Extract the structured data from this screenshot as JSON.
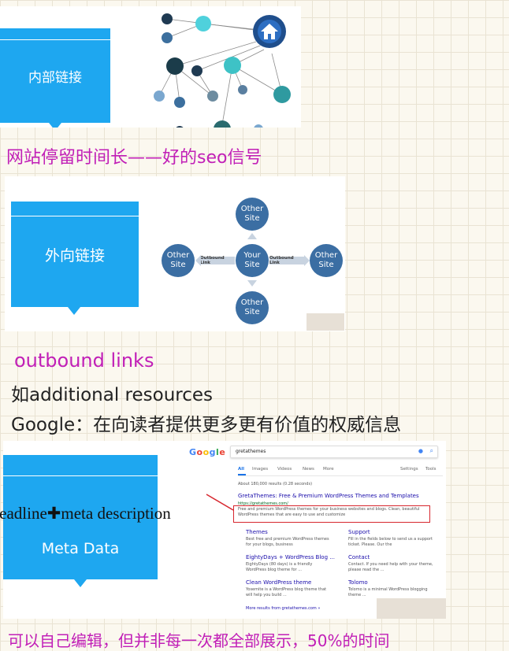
{
  "section1": {
    "box_label": "内部链接",
    "caption": "网站停留时间长——好的seo信号"
  },
  "section2": {
    "box_label": "外向链接",
    "center_node": "Your Site",
    "other_node": "Other Site",
    "link_label": "Outbound Link",
    "caption_en": "outbound links",
    "line2": "如additional resources",
    "line3": "Google：在向读者提供更多更有价值的权威信息"
  },
  "section3": {
    "box_label": "Meta Data",
    "overlay": "Headline✚meta description",
    "caption": "可以自己编辑，但并非每一次都全部展示，50%的时间",
    "google": {
      "query": "gretathemes",
      "tabs": [
        "All",
        "Images",
        "Videos",
        "News",
        "More"
      ],
      "settings": "Settings",
      "tools": "Tools",
      "results_count": "About 180,000 results (0.28 seconds)",
      "main_title": "GretaThemes: Free & Premium WordPress Themes and Templates",
      "main_url": "https://gretathemes.com/",
      "main_snippet": "Free and premium WordPress themes for your business websites and blogs. Clean, beautiful WordPress themes that are easy to use and customize",
      "sitelinks": [
        {
          "title": "Themes",
          "snippet": "Best free and premium WordPress themes for your blogs, business"
        },
        {
          "title": "Support",
          "snippet": "Fill in the fields below to send us a support ticket. Please. Our the"
        },
        {
          "title": "EightyDays + WordPress Blog ...",
          "snippet": "EightyDays (80 days) is a friendly WordPress blog theme for ..."
        },
        {
          "title": "Contact",
          "snippet": "Contact. If you need help with your theme, please read the ..."
        },
        {
          "title": "Clean WordPress theme",
          "snippet": "Yosemite is a WordPress blog theme that will help you build ..."
        },
        {
          "title": "Tolomo",
          "snippet": "Tolomo is a minimal WordPress blogging theme ..."
        }
      ],
      "more_results": "More results from gretathemes.com »"
    }
  }
}
